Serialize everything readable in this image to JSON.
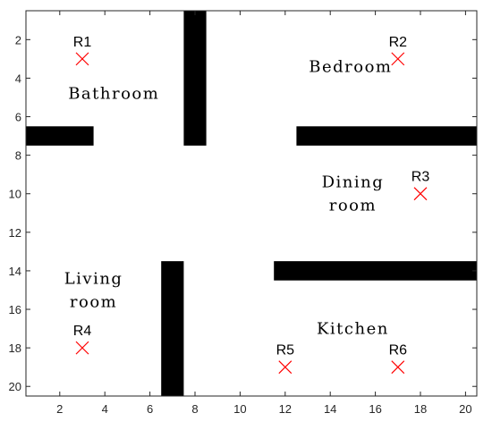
{
  "chart_data": {
    "type": "floorplan",
    "x_range": [
      0.5,
      20.5
    ],
    "y_range": [
      0.5,
      20.5
    ],
    "y_reversed": true,
    "x_ticks": [
      2,
      4,
      6,
      8,
      10,
      12,
      14,
      16,
      18,
      20
    ],
    "y_ticks": [
      2,
      4,
      6,
      8,
      10,
      12,
      14,
      16,
      18,
      20
    ],
    "walls": [
      {
        "x": [
          7.5,
          8.5
        ],
        "y": [
          0.5,
          7.5
        ]
      },
      {
        "x": [
          0.5,
          3.5
        ],
        "y": [
          6.5,
          7.5
        ]
      },
      {
        "x": [
          12.5,
          20.5
        ],
        "y": [
          6.5,
          7.5
        ]
      },
      {
        "x": [
          11.5,
          20.5
        ],
        "y": [
          13.5,
          14.5
        ]
      },
      {
        "x": [
          6.5,
          7.5
        ],
        "y": [
          13.5,
          20.5
        ]
      }
    ],
    "rooms": [
      {
        "lines": [
          "Bathroom"
        ],
        "x": 4.4,
        "y": 4.8
      },
      {
        "lines": [
          "Bedroom"
        ],
        "x": 14.9,
        "y": 3.4
      },
      {
        "lines": [
          "Dining",
          "room"
        ],
        "x": 15.0,
        "y": 10.0
      },
      {
        "lines": [
          "Living",
          "room"
        ],
        "x": 3.5,
        "y": 15.0
      },
      {
        "lines": [
          "Kitchen"
        ],
        "x": 15.0,
        "y": 17.0
      }
    ],
    "routers": [
      {
        "label": "R1",
        "x": 3,
        "y": 3
      },
      {
        "label": "R2",
        "x": 17,
        "y": 3
      },
      {
        "label": "R3",
        "x": 18,
        "y": 10
      },
      {
        "label": "R4",
        "x": 3,
        "y": 18
      },
      {
        "label": "R5",
        "x": 12,
        "y": 19
      },
      {
        "label": "R6",
        "x": 17,
        "y": 19
      }
    ],
    "marker_color": "#ff0000",
    "wall_color": "#000000",
    "axis_color": "#262626"
  }
}
